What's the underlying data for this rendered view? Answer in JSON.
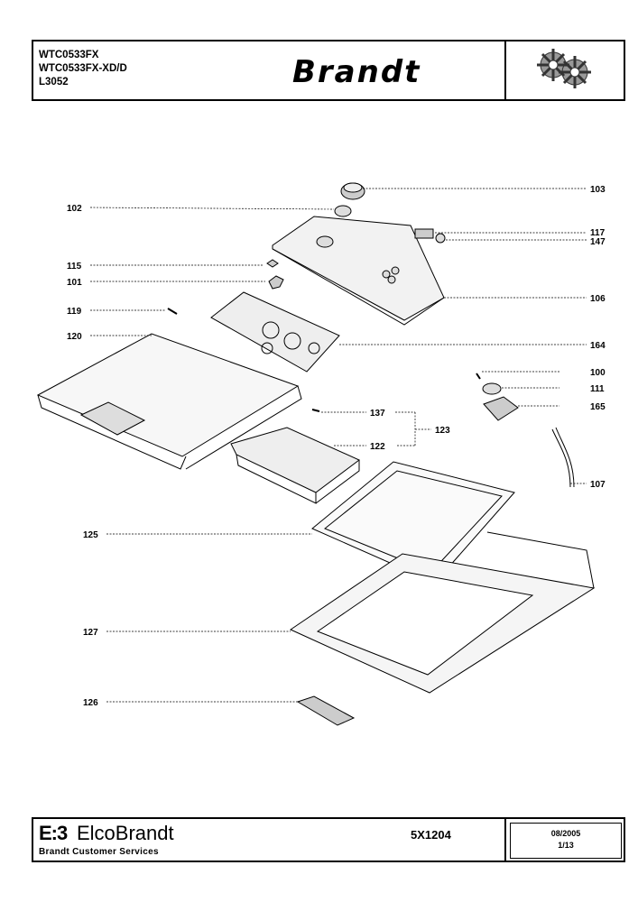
{
  "header": {
    "models": [
      "WTC0533FX",
      "WTC0533FX-XD/D",
      "L3052"
    ],
    "brand": "Brandt",
    "logo_icon": "gears-logo-icon"
  },
  "diagram": {
    "labels": {
      "p100": "100",
      "p101": "101",
      "p102": "102",
      "p103": "103",
      "p106": "106",
      "p107": "107",
      "p111": "111",
      "p115": "115",
      "p117": "117",
      "p119": "119",
      "p120": "120",
      "p122": "122",
      "p123": "123",
      "p125": "125",
      "p126": "126",
      "p127": "127",
      "p137": "137",
      "p147": "147",
      "p164": "164",
      "p165": "165"
    }
  },
  "footer": {
    "logo": "E:3",
    "company": "ElcoBrandt",
    "services": "Brandt Customer Services",
    "doc_ref": "5X1204",
    "date": "08/2005",
    "page": "1/13"
  }
}
